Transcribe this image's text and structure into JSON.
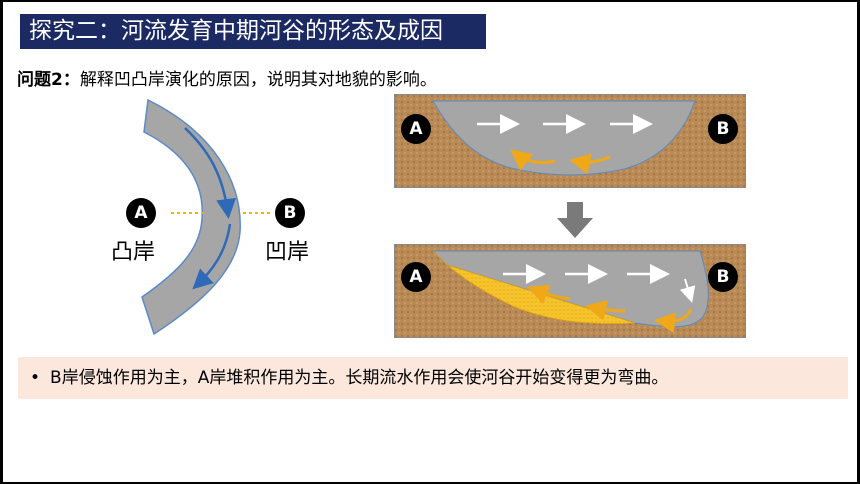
{
  "title": "探究二：河流发育中期河谷的形态及成因",
  "question": {
    "label": "问题2：",
    "text": "解释凹凸岸演化的原因，说明其对地貌的影响。"
  },
  "bend_diagram": {
    "point_a": "A",
    "point_b": "B",
    "label_a": "凸岸",
    "label_b": "凹岸"
  },
  "cross_section_top": {
    "left": "A",
    "right": "B"
  },
  "cross_section_bottom": {
    "left": "A",
    "right": "B"
  },
  "answer": {
    "bullet": "•",
    "text": "B岸侵蚀作用为主，A岸堆积作用为主。长期流水作用会使河谷开始变得更为弯曲。"
  },
  "colors": {
    "title_bg": "#1c2a63",
    "river": "#a6a6a6",
    "river_edge": "#5b8bc6",
    "flow_arrow": "#2e6ab8",
    "soil": "#b98a55",
    "deposit": "#f5c42c",
    "eddy": "#f0a818",
    "answer_bg": "#fbe7dc"
  }
}
